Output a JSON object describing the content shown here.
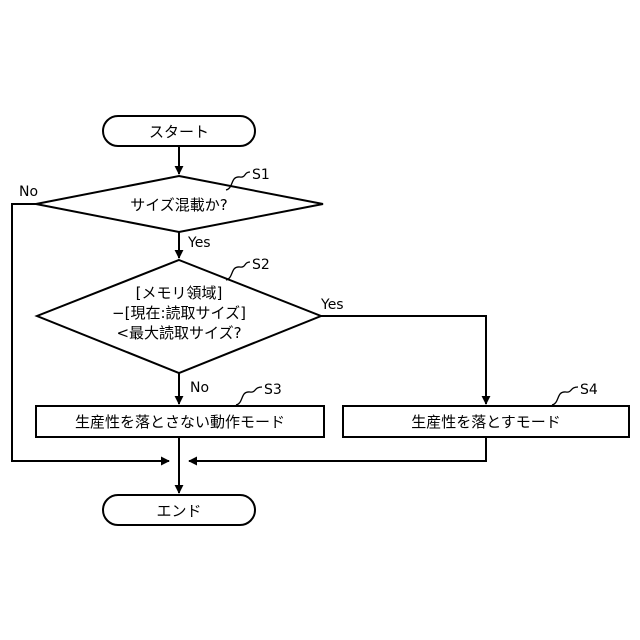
{
  "flowchart": {
    "start": "スタート",
    "end": "エンド",
    "decision1": {
      "step": "S1",
      "text": "サイズ混載か?",
      "no_label": "No",
      "yes_label": "Yes"
    },
    "decision2": {
      "step": "S2",
      "lines": [
        "[メモリ領域]",
        "−[現在:読取サイズ]",
        "<最大読取サイズ?"
      ],
      "yes_label": "Yes",
      "no_label": "No"
    },
    "process1": {
      "step": "S3",
      "text": "生産性を落とさない動作モード"
    },
    "process2": {
      "step": "S4",
      "text": "生産性を落とすモード"
    }
  }
}
